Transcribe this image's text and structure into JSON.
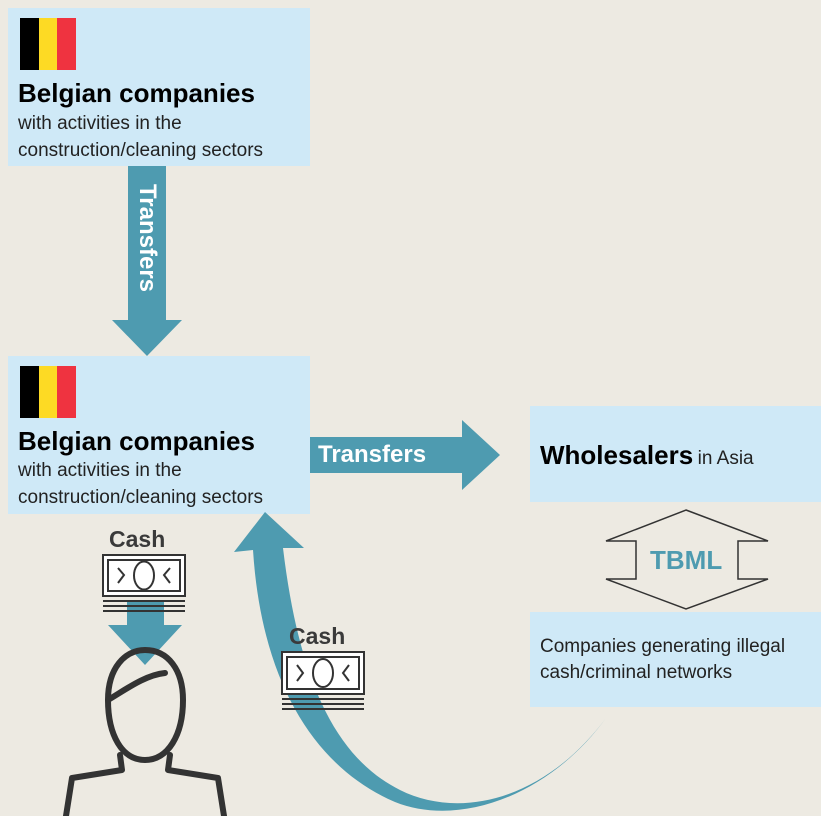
{
  "colors": {
    "background": "#EDEAE2",
    "box_fill": "#CFE9F7",
    "arrow": "#4E9BB0",
    "tbml_text": "#4E9BB0",
    "flag_black": "#000000",
    "flag_yellow": "#FDDA24",
    "flag_red": "#EF3340"
  },
  "top_box": {
    "title": "Belgian companies",
    "line1": "with activities in the",
    "line2": "construction/cleaning sectors"
  },
  "middle_box": {
    "title": "Belgian companies",
    "line1": "with activities in the",
    "line2": "construction/cleaning sectors"
  },
  "arrows": {
    "vertical_transfer_label": "Transfers",
    "horizontal_transfer_label": "Transfers"
  },
  "wholesalers_box": {
    "title_bold": "Wholesalers",
    "title_rest": "in Asia"
  },
  "tbml_label": "TBML",
  "companies_box": {
    "line1": "Companies generating illegal",
    "line2": "cash/criminal networks"
  },
  "cash_labels": {
    "left": "Cash",
    "right": "Cash"
  },
  "icons": [
    "belgian-flag-icon",
    "banknote-icon",
    "person-icon",
    "double-arrow-icon"
  ]
}
